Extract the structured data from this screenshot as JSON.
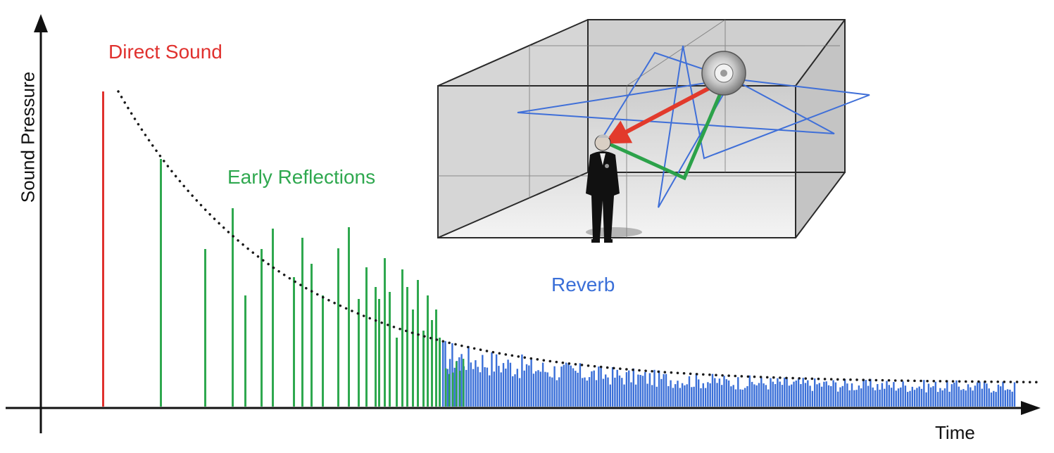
{
  "labels": {
    "direct": "Direct Sound",
    "early": "Early Reflections",
    "reverb": "Reverb",
    "y_axis": "Sound Pressure",
    "x_axis": "Time"
  },
  "colors": {
    "direct": "#e0312e",
    "early": "#2fa84f",
    "reverb": "#3a6fd8",
    "axis": "#111111",
    "envelope": "#1a1a1a",
    "arrow_direct": "#e23a2c",
    "path_early": "#2ca24a",
    "rays": "#3f6fd8"
  },
  "scene": {
    "figure_icon": "speaking-person-icon",
    "source_icon": "loudspeaker-icon"
  }
}
